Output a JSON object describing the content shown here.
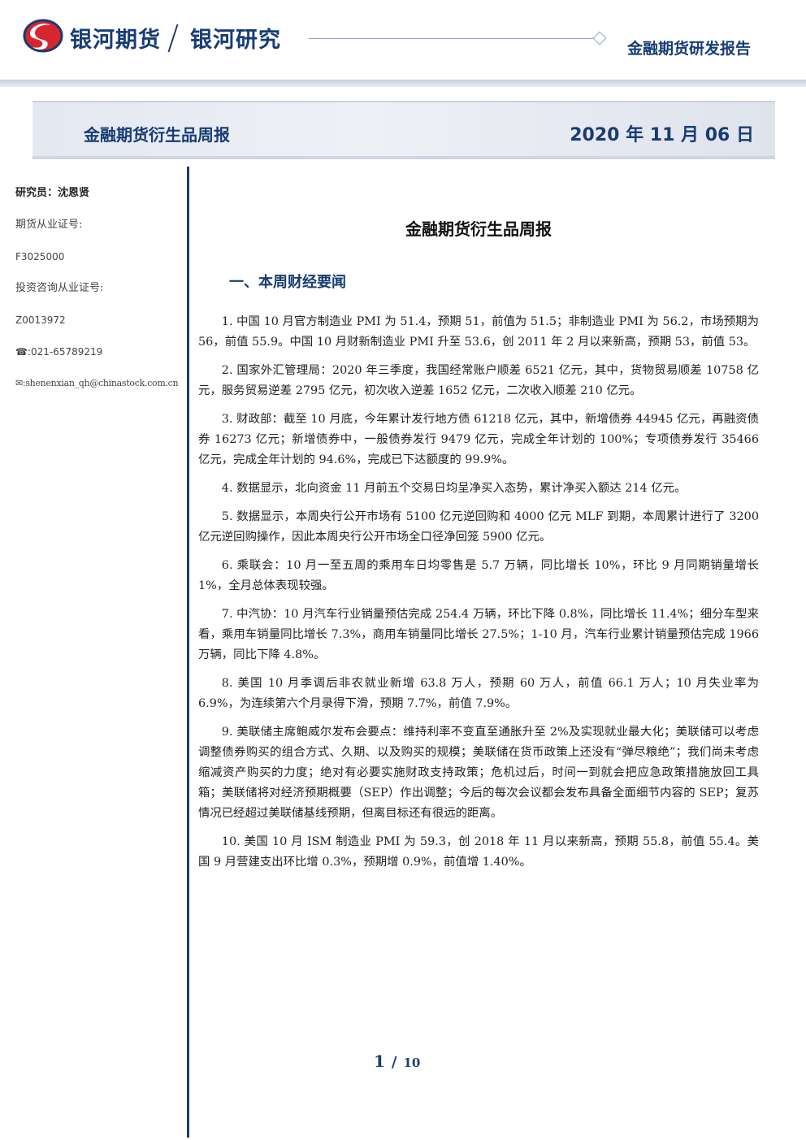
{
  "header": {
    "company": "银河期货",
    "research": "银河研究",
    "report_type": "金融期货研发报告",
    "colors": {
      "brand_blue": "#173c74",
      "logo_red": "#d8262f"
    }
  },
  "banner": {
    "title": "金融期货衍生品周报",
    "date": "2020 年 11 月 06 日"
  },
  "sidebar": {
    "analyst": "研究员：沈恩贤",
    "futures_cert_label": "期货从业证号:",
    "futures_cert": "F3025000",
    "advisory_cert_label": "投资咨询从业证号:",
    "advisory_cert": "Z0013972",
    "phone": "☎:021-65789219",
    "email": "✉:shenenxian_qh@chinastock.com.cn"
  },
  "main": {
    "title": "金融期货衍生品周报",
    "section_title": "一、本周财经要闻",
    "items": [
      "1. 中国 10 月官方制造业 PMI 为 51.4，预期 51，前值为 51.5；非制造业 PMI 为 56.2，市场预期为 56，前值 55.9。中国 10 月财新制造业 PMI 升至 53.6，创 2011 年 2 月以来新高，预期 53，前值 53。",
      "2. 国家外汇管理局：2020 年三季度，我国经常账户顺差 6521 亿元，其中，货物贸易顺差 10758 亿元，服务贸易逆差 2795 亿元，初次收入逆差 1652 亿元，二次收入顺差 210 亿元。",
      "3. 财政部：截至 10 月底，今年累计发行地方债 61218 亿元，其中，新增债券 44945 亿元，再融资债券 16273 亿元；新增债券中，一般债券发行 9479 亿元，完成全年计划的 100%；专项债券发行 35466 亿元，完成全年计划的 94.6%，完成已下达额度的 99.9%。",
      "4. 数据显示，北向资金 11 月前五个交易日均呈净买入态势，累计净买入额达 214 亿元。",
      "5. 数据显示，本周央行公开市场有 5100 亿元逆回购和 4000 亿元 MLF 到期，本周累计进行了 3200 亿元逆回购操作，因此本周央行公开市场全口径净回笼 5900 亿元。",
      "6. 乘联会：10 月一至五周的乘用车日均零售是 5.7 万辆，同比增长 10%，环比 9 月同期销量增长 1%，全月总体表现较强。",
      "7. 中汽协：10 月汽车行业销量预估完成 254.4 万辆，环比下降 0.8%，同比增长 11.4%；细分车型来看，乘用车销量同比增长 7.3%，商用车销量同比增长 27.5%；1-10 月，汽车行业累计销量预估完成 1966 万辆，同比下降 4.8%。",
      "8. 美国 10 月季调后非农就业新增 63.8 万人，预期 60 万人，前值 66.1 万人；10 月失业率为 6.9%，为连续第六个月录得下滑，预期 7.7%，前值 7.9%。",
      "9. 美联储主席鲍威尔发布会要点：维持利率不变直至通胀升至 2%及实现就业最大化；美联储可以考虑调整债券购买的组合方式、久期、以及购买的规模；美联储在货币政策上还没有“弹尽粮绝”；我们尚未考虑缩减资产购买的力度；绝对有必要实施财政支持政策；危机过后，时间一到就会把应急政策措施放回工具箱；美联储将对经济预期概要（SEP）作出调整；今后的每次会议都会发布具备全面细节内容的 SEP；复苏情况已经超过美联储基线预期，但离目标还有很远的距离。",
      "10. 美国 10 月 ISM 制造业 PMI 为 59.3，创 2018 年 11 月以来新高，预期 55.8，前值 55.4。美国 9 月营建支出环比增 0.3%，预期增 0.9%，前值增 1.40%。"
    ]
  },
  "footer": {
    "page_current": "1",
    "page_separator": "/",
    "page_total": "10"
  }
}
